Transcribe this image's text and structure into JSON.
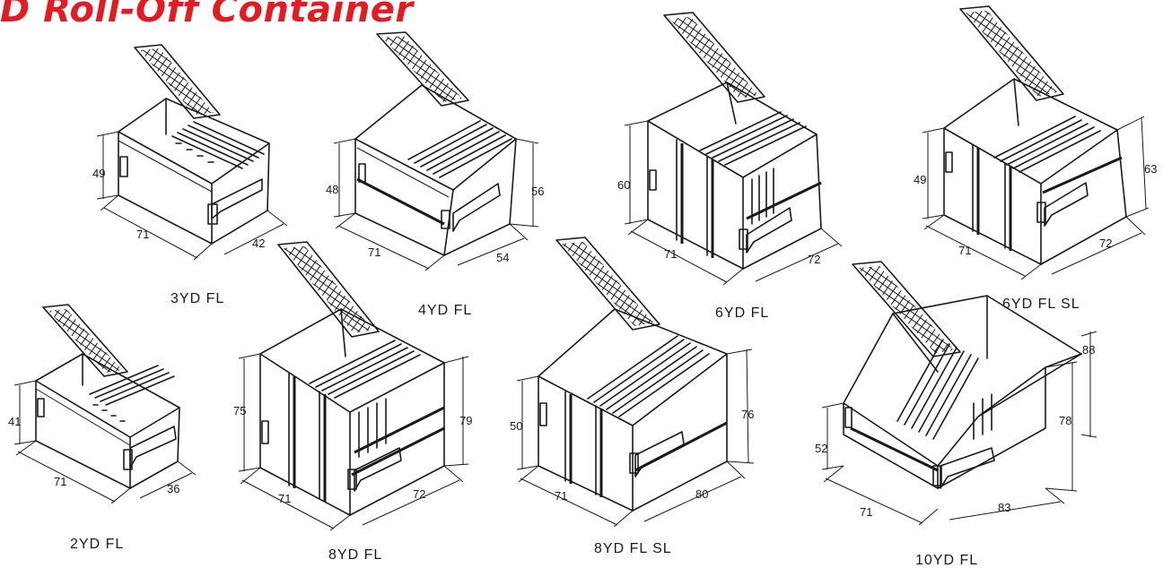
{
  "title": "D Roll-Off Container",
  "accent_color": "#e31b23",
  "containers": [
    {
      "label": "3YD FL",
      "height": "49",
      "length": "71",
      "depth": "42"
    },
    {
      "label": "4YD FL",
      "height": "48",
      "height_back": "56",
      "length": "71",
      "depth": "54"
    },
    {
      "label": "6YD FL",
      "height": "60",
      "length": "71",
      "depth": "72"
    },
    {
      "label": "6YD FL SL",
      "height": "49",
      "height_back": "63",
      "length": "71",
      "depth": "72"
    },
    {
      "label": "2YD FL",
      "height": "41",
      "length": "71",
      "depth": "36"
    },
    {
      "label": "8YD FL",
      "height": "75",
      "height_back": "79",
      "length": "71",
      "depth": "72"
    },
    {
      "label": "8YD FL SL",
      "height": "50",
      "height_back": "76",
      "length": "71",
      "depth": "80"
    },
    {
      "label": "10YD FL",
      "height": "52",
      "height_mid": "78",
      "height_back": "88",
      "length": "71",
      "depth": "83"
    }
  ]
}
